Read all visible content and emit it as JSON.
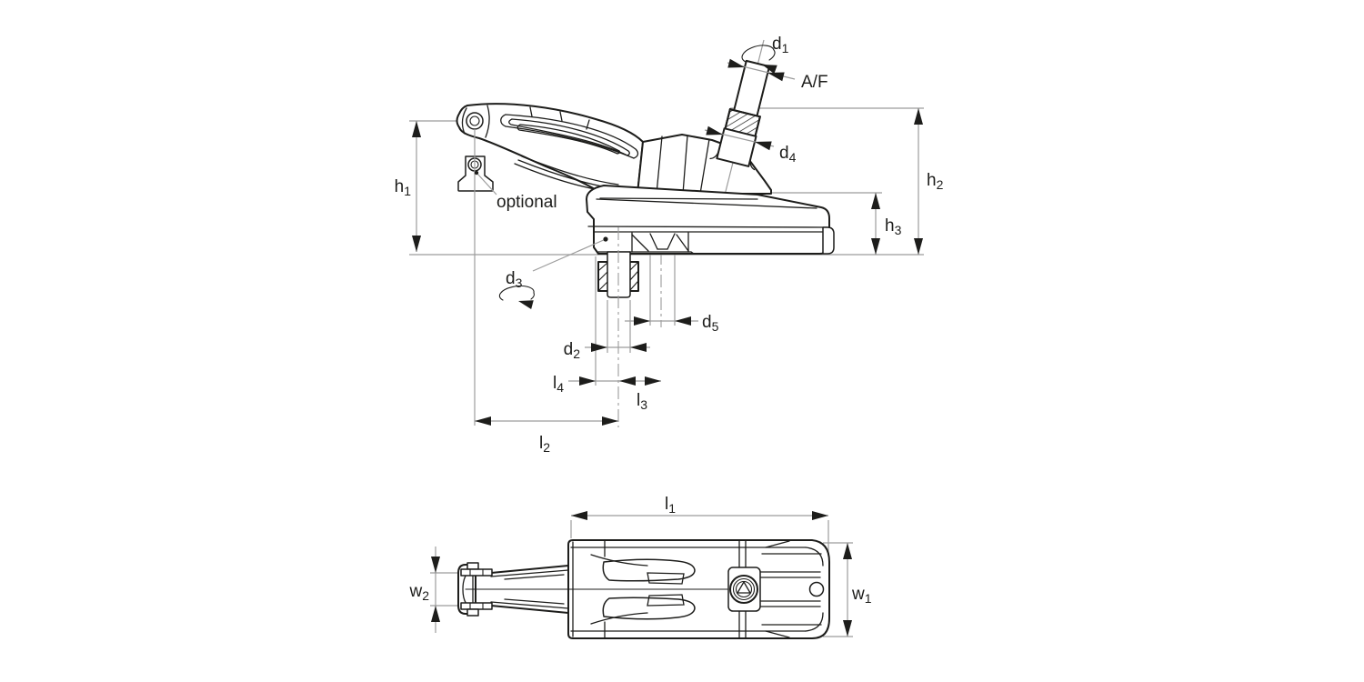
{
  "drawing": {
    "views": {
      "side_view": "side elevation of toggle clamp with dimensions",
      "top_view": "plan view of toggle clamp with dimensions"
    },
    "colors": {
      "line": "#1d1d1b",
      "dim": "#9c9c9c",
      "background": "#ffffff"
    },
    "labels": {
      "d1": {
        "base": "d",
        "sub": "1"
      },
      "af": {
        "text": "A/F"
      },
      "d4": {
        "base": "d",
        "sub": "4"
      },
      "h2": {
        "base": "h",
        "sub": "2"
      },
      "h3": {
        "base": "h",
        "sub": "3"
      },
      "h1": {
        "base": "h",
        "sub": "1"
      },
      "optional": {
        "text": "optional"
      },
      "d3": {
        "base": "d",
        "sub": "3"
      },
      "d5": {
        "base": "d",
        "sub": "5"
      },
      "d2": {
        "base": "d",
        "sub": "2"
      },
      "l4": {
        "base": "l",
        "sub": "4"
      },
      "l3": {
        "base": "l",
        "sub": "3"
      },
      "l2": {
        "base": "l",
        "sub": "2"
      },
      "l1": {
        "base": "l",
        "sub": "1"
      },
      "w2": {
        "base": "w",
        "sub": "2"
      },
      "w1": {
        "base": "w",
        "sub": "1"
      }
    }
  }
}
